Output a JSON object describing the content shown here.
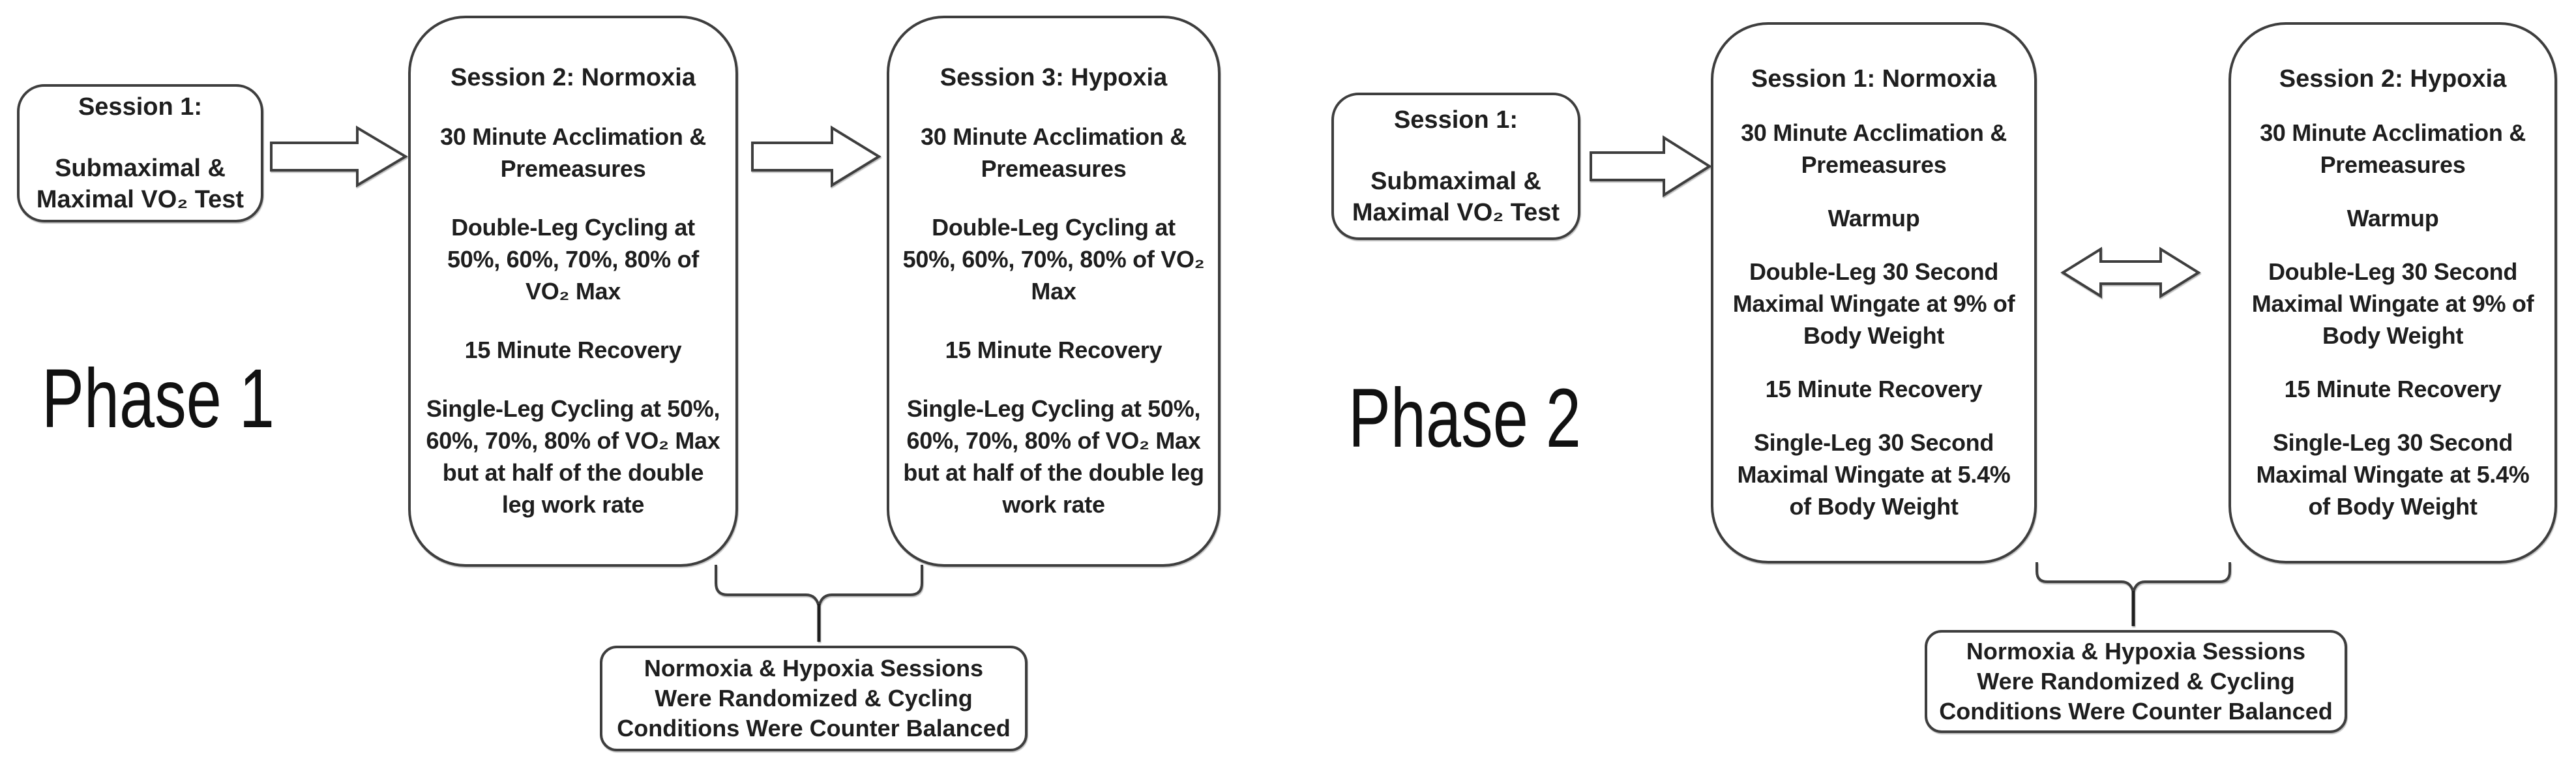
{
  "colors": {
    "ink": "#1e1e1e",
    "line": "#3e3e3e",
    "background": "#ffffff"
  },
  "phase1": {
    "label": "Phase 1",
    "intro_box": {
      "title": "Session 1:",
      "lines": [
        "Submaximal &",
        "Maximal VO₂ Test"
      ]
    },
    "session_boxes": [
      {
        "title": "Session 2: Normoxia",
        "items": [
          "30 Minute Acclimation & Premeasures",
          "Double-Leg Cycling at 50%, 60%, 70%, 80% of VO₂ Max",
          "15 Minute Recovery",
          "Single-Leg Cycling at 50%, 60%, 70%, 80% of VO₂ Max but at half of the double leg work rate"
        ]
      },
      {
        "title": "Session 3: Hypoxia",
        "items": [
          "30 Minute Acclimation & Premeasures",
          "Double-Leg Cycling at 50%, 60%, 70%, 80% of VO₂ Max",
          "15 Minute Recovery",
          "Single-Leg Cycling at 50%, 60%, 70%, 80% of VO₂ Max but at half of the double leg work rate"
        ]
      }
    ],
    "note_lines": [
      "Normoxia & Hypoxia Sessions",
      "Were Randomized & Cycling",
      "Conditions Were Counter Balanced"
    ]
  },
  "phase2": {
    "label": "Phase 2",
    "intro_box": {
      "title": "Session 1:",
      "lines": [
        "Submaximal &",
        "Maximal VO₂ Test"
      ]
    },
    "session_boxes": [
      {
        "title": "Session 1: Normoxia",
        "items": [
          "30 Minute Acclimation & Premeasures",
          "Warmup",
          "Double-Leg 30 Second Maximal Wingate at 9% of Body Weight",
          "15 Minute Recovery",
          "Single-Leg 30 Second Maximal Wingate at 5.4% of Body Weight"
        ]
      },
      {
        "title": "Session 2: Hypoxia",
        "items": [
          "30 Minute Acclimation & Premeasures",
          "Warmup",
          "Double-Leg 30 Second Maximal Wingate at 9% of Body Weight",
          "15 Minute Recovery",
          "Single-Leg 30 Second Maximal Wingate at 5.4% of Body Weight"
        ]
      }
    ],
    "note_lines": [
      "Normoxia & Hypoxia Sessions",
      "Were Randomized & Cycling",
      "Conditions Were Counter Balanced"
    ]
  }
}
